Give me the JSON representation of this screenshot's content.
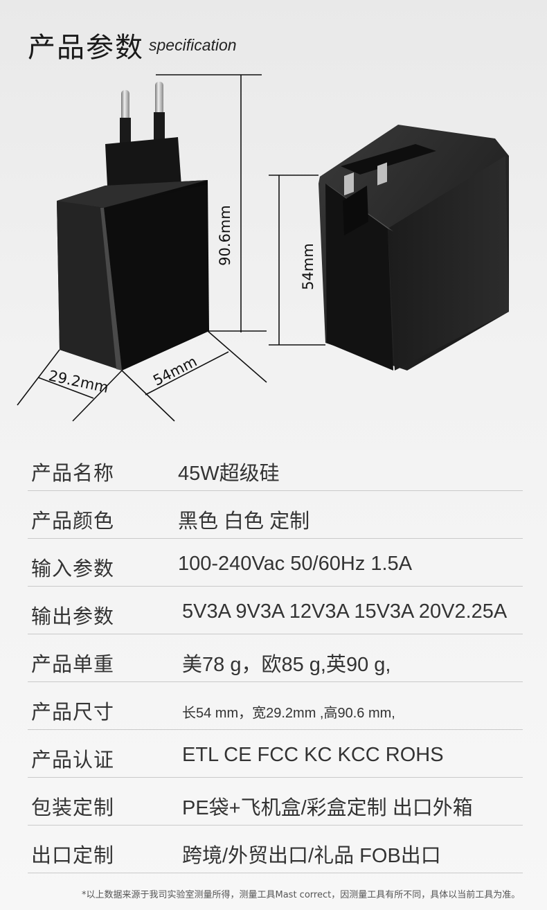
{
  "header": {
    "title": "产品参数",
    "subtitle": "specification"
  },
  "figure": {
    "dimension_height": "90.6mm",
    "dimension_width_front": "54mm",
    "dimension_depth": "29.2mm",
    "dimension_side_height": "54mm"
  },
  "specs": [
    {
      "label": "产品名称",
      "value": "45W超级硅"
    },
    {
      "label": "产品颜色",
      "value": "黑色 白色 定制"
    },
    {
      "label": "输入参数",
      "value": "100-240Vac 50/60Hz 1.5A"
    },
    {
      "label": "输出参数",
      "value": "5V3A 9V3A 12V3A 15V3A  20V2.25A"
    },
    {
      "label": "产品单重",
      "value": "美78 g，欧85 g,英90 g,"
    },
    {
      "label": "产品尺寸",
      "value": "长54 mm，宽29.2mm ,高90.6 mm,"
    },
    {
      "label": "产品认证",
      "value": "ETL CE FCC KC KCC ROHS"
    },
    {
      "label": "包装定制",
      "value": "PE袋+飞机盒/彩盒定制 出口外箱"
    },
    {
      "label": "出口定制",
      "value": "跨境/外贸出口/礼品 FOB出口"
    }
  ],
  "footnote": "*以上数据来源于我司实验室测量所得，测量工具Mast correct，因测量工具有所不同，具体以当前工具为准。"
}
